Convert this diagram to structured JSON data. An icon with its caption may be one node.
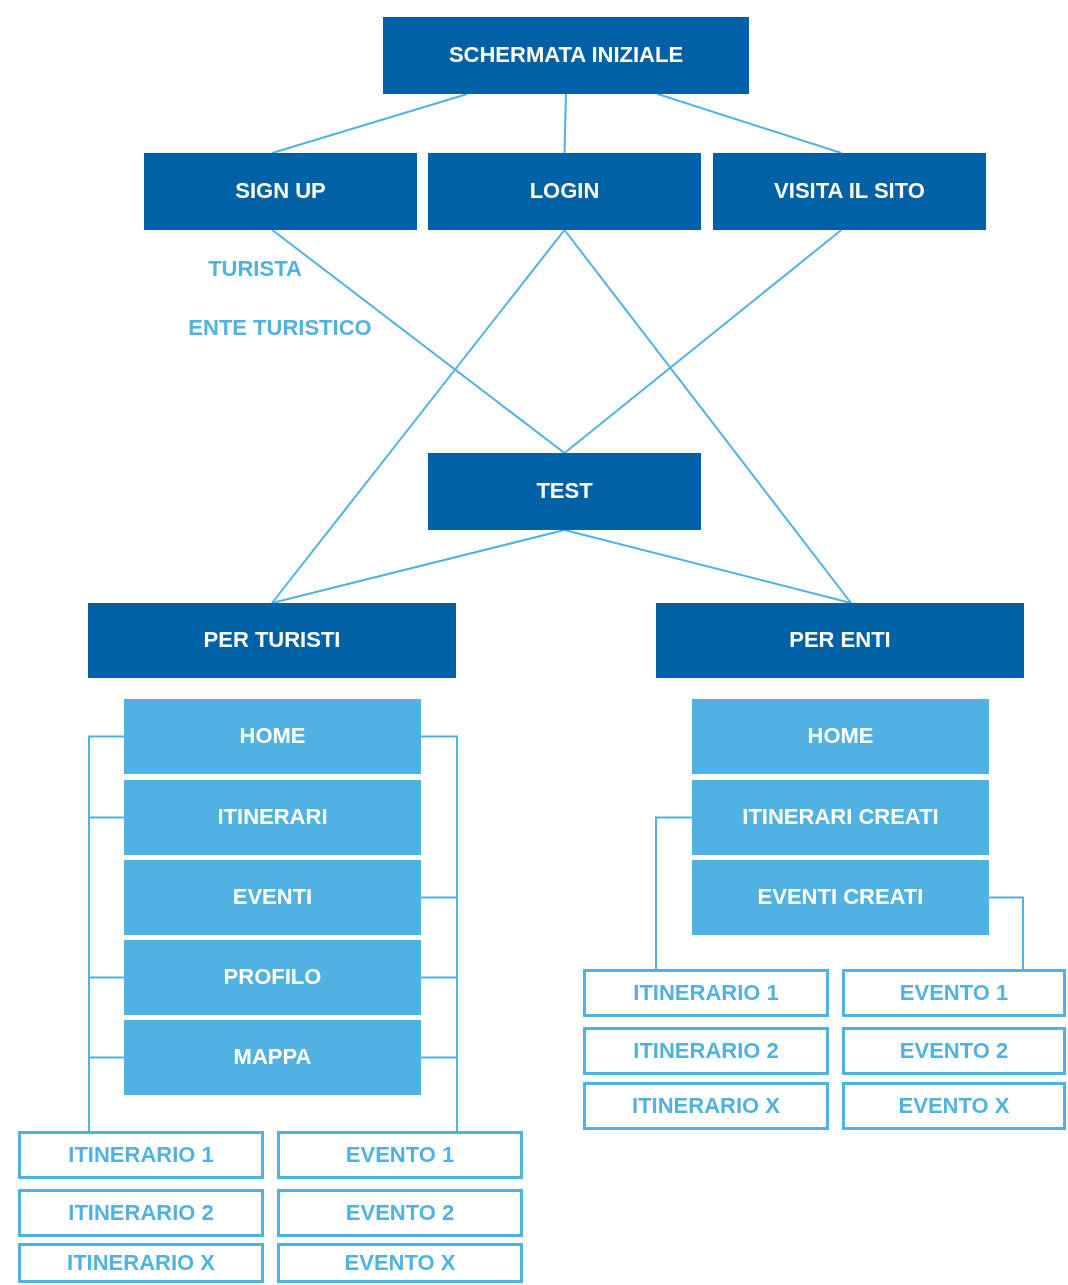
{
  "diagram": {
    "nodes": [
      {
        "text": [
          "SCHERMATA INIZIALE"
        ]
      },
      {
        "text": [
          "SIGN UP"
        ]
      },
      {
        "text": [
          "LOGIN"
        ]
      },
      {
        "text": [
          "VISITA IL SITO"
        ]
      },
      {
        "text": [
          "TEST"
        ]
      },
      {
        "text": [
          "PER TURISTI"
        ]
      },
      {
        "text": [
          "PER ENTI"
        ]
      },
      {
        "text": [
          "HOME"
        ]
      },
      {
        "text": [
          "ITINERARI"
        ]
      },
      {
        "text": [
          "EVENTI"
        ]
      },
      {
        "text": [
          "PROFILO"
        ]
      },
      {
        "text": [
          "MAPPA"
        ]
      },
      {
        "text": [
          "ITINERARIO 1"
        ]
      },
      {
        "text": [
          "ITINERARIO 2"
        ]
      },
      {
        "text": [
          "ITINERARIO X"
        ]
      },
      {
        "text": [
          "EVENTO 1"
        ]
      },
      {
        "text": [
          "EVENTO 2"
        ]
      },
      {
        "text": [
          "EVENTO X"
        ]
      },
      {
        "text": [
          "HOME"
        ]
      },
      {
        "text": [
          "ITINERARI CREATI"
        ]
      },
      {
        "text": [
          "EVENTI CREATI"
        ]
      },
      {
        "text": [
          "ITINERARIO 1"
        ]
      },
      {
        "text": [
          "ITINERARIO 2"
        ]
      },
      {
        "text": [
          "ITINERARIO X"
        ]
      },
      {
        "text": [
          "EVENTO 1"
        ]
      },
      {
        "text": [
          "EVENTO 2"
        ]
      },
      {
        "text": [
          "EVENTO X"
        ]
      }
    ],
    "edges": [
      {
        "from": 0,
        "to": 1,
        "arrow": "none"
      },
      {
        "from": 0,
        "to": 2,
        "arrow": "none"
      },
      {
        "from": 0,
        "to": 3,
        "arrow": "none"
      },
      {
        "from": 1,
        "to": 4,
        "arrow": "none"
      },
      {
        "from": 3,
        "to": 4,
        "arrow": "none"
      },
      {
        "from": 2,
        "to": 5,
        "arrow": "none"
      },
      {
        "from": 2,
        "to": 6,
        "arrow": "none"
      },
      {
        "from": 4,
        "to": 5,
        "arrow": "none"
      },
      {
        "from": 4,
        "to": 6,
        "arrow": "none"
      },
      {
        "from": 7,
        "to": 12,
        "arrow": "none"
      },
      {
        "from": 8,
        "to": 12,
        "arrow": "none"
      },
      {
        "from": 10,
        "to": 12,
        "arrow": "none"
      },
      {
        "from": 11,
        "to": 12,
        "arrow": "none"
      },
      {
        "from": 7,
        "to": 15,
        "arrow": "none"
      },
      {
        "from": 9,
        "to": 15,
        "arrow": "none"
      },
      {
        "from": 10,
        "to": 15,
        "arrow": "none"
      },
      {
        "from": 11,
        "to": 15,
        "arrow": "none"
      },
      {
        "from": 19,
        "to": 21,
        "arrow": "none"
      },
      {
        "from": 20,
        "to": 24,
        "arrow": "none"
      }
    ],
    "labels": [
      "TURISTA",
      "ENTE TURISTICO"
    ]
  }
}
